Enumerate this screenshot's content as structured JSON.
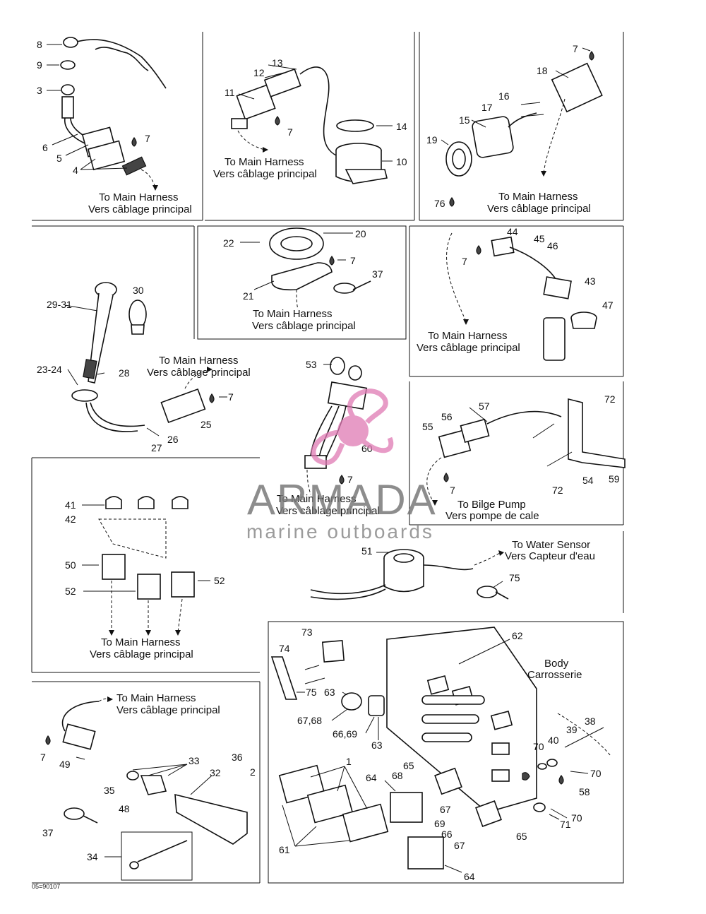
{
  "harness_labels": {
    "en": "To Main Harness",
    "fr": "Vers câblage principal"
  },
  "bilge_pump": {
    "en": "To Bilge Pump",
    "fr": "Vers pompe de cale"
  },
  "water_sensor": {
    "en": "To Water Sensor",
    "fr": "Vers Capteur d'eau"
  },
  "body": {
    "en": "Body",
    "fr": "Carrosserie"
  },
  "watermark": {
    "name": "ARMADA",
    "tagline": "marine outboards"
  },
  "figure_code": "05=90107",
  "part_numbers": {
    "p8": "8",
    "p9": "9",
    "p3": "3",
    "p6": "6",
    "p5": "5",
    "p4": "4",
    "p7a": "7",
    "p13": "13",
    "p12": "12",
    "p11": "11",
    "p7b": "7",
    "p14": "14",
    "p10": "10",
    "p7c": "7",
    "p18": "18",
    "p16": "16",
    "p17": "17",
    "p15": "15",
    "p19": "19",
    "p76": "76",
    "p22": "22",
    "p20": "20",
    "p7d": "7",
    "p21": "21",
    "p37a": "37",
    "p44": "44",
    "p45": "45",
    "p46": "46",
    "p7e": "7",
    "p43": "43",
    "p47": "47",
    "p29_31": "29-31",
    "p30": "30",
    "p23_24": "23-24",
    "p28": "28",
    "p7f": "7",
    "p25": "25",
    "p26": "26",
    "p27": "27",
    "p53": "53",
    "p60": "60",
    "p7g": "7",
    "p57": "57",
    "p56": "56",
    "p55": "55",
    "p72a": "72",
    "p72b": "72",
    "p54": "54",
    "p59": "59",
    "p7h": "7",
    "p41": "41",
    "p42": "42",
    "p50": "50",
    "p52a": "52",
    "p52b": "52",
    "p51": "51",
    "p75a": "75",
    "p73": "73",
    "p74": "74",
    "p75b": "75",
    "p63a": "63",
    "p62": "62",
    "p67_68": "67,68",
    "p66_69": "66,69",
    "p63b": "63",
    "p38": "38",
    "p39": "39",
    "p70a": "70",
    "p40": "40",
    "p70b": "70",
    "p58": "58",
    "p71": "71",
    "p70c": "70",
    "p1": "1",
    "p64a": "64",
    "p68": "68",
    "p65a": "65",
    "p67a": "67",
    "p61": "61",
    "p69": "69",
    "p66": "66",
    "p67b": "67",
    "p65b": "65",
    "p64b": "64",
    "p49": "49",
    "p7i": "7",
    "p33": "33",
    "p36": "36",
    "p2": "2",
    "p35": "35",
    "p32": "32",
    "p48": "48",
    "p37b": "37",
    "p34": "34"
  }
}
